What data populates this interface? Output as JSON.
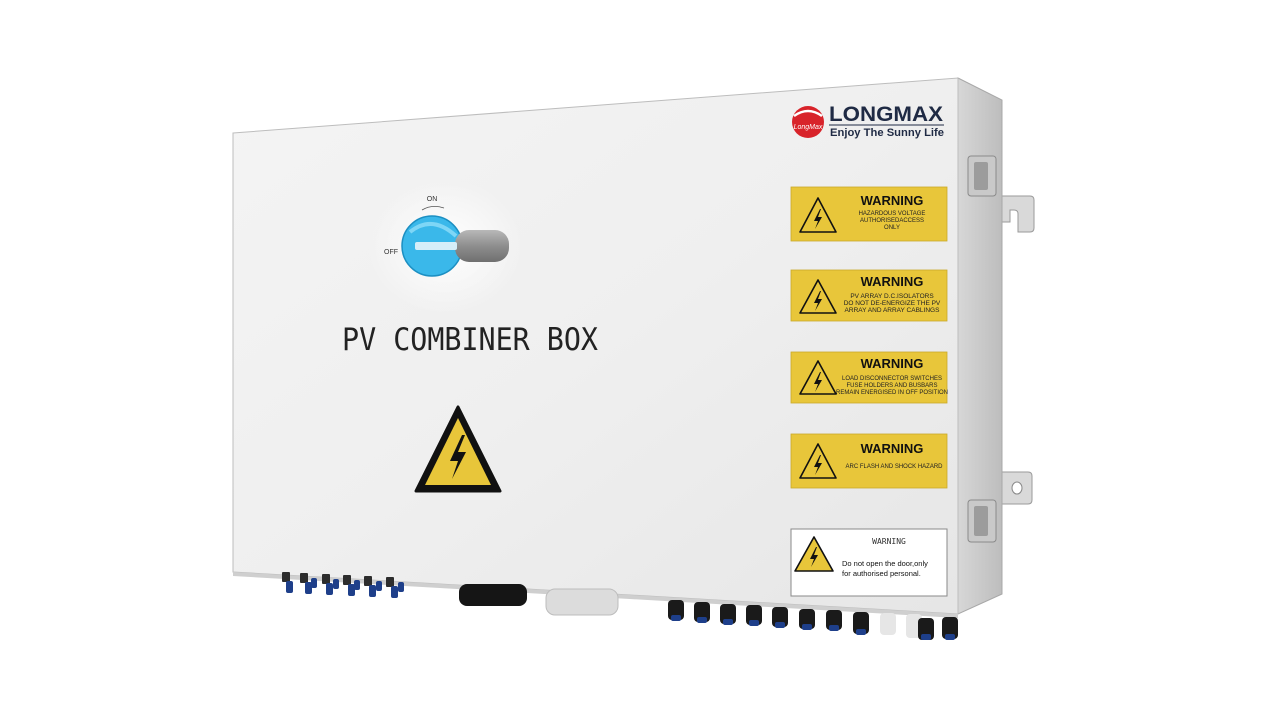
{
  "product": {
    "title": "PV COMBINER BOX",
    "switch": {
      "on_label": "ON",
      "off_label": "OFF"
    }
  },
  "brand": {
    "name": "LONGMAX",
    "tagline": "Enjoy The Sunny Life",
    "logo_text": "LongMax"
  },
  "warnings": [
    {
      "heading": "WARNING",
      "lines": [
        "HAZARDOUS VOLTAGE",
        "AUTHORISEDACCESS",
        "ONLY"
      ]
    },
    {
      "heading": "WARNING",
      "lines": [
        "PV ARRAY D.C.ISOLATORS",
        "DO NOT DE-ENERGIZE THE PV",
        "ARRAY AND ARRAY CABLINGS"
      ]
    },
    {
      "heading": "WARNING",
      "lines": [
        "LOAD DISCONNECTOR SWITCHES",
        "FUSE HOLDERS AND BUSBARS",
        "REMAIN ENERGISED IN OFF POSITION"
      ]
    },
    {
      "heading": "WARNING",
      "lines": [
        "ARC FLASH AND SHOCK HAZARD"
      ]
    }
  ],
  "notice": {
    "heading": "WARNING",
    "lines": [
      "Do not open the door,only",
      "for authorised personal."
    ]
  },
  "colors": {
    "enclosure": "#f2f2f2",
    "warning_yellow": "#e8c63a",
    "switch_blue": "#3ab8ea",
    "brand_red": "#d8232a",
    "brand_navy": "#1f2a44"
  }
}
